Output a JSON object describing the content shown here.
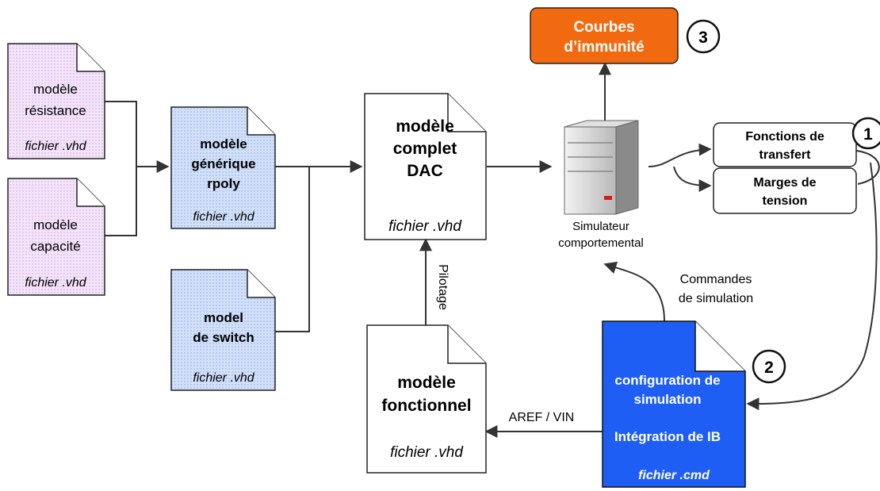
{
  "docs": {
    "resistance": {
      "line1": "modèle",
      "line2": "résistance",
      "file": "fichier .vhd"
    },
    "capacite": {
      "line1": "modèle",
      "line2": "capacité",
      "file": "fichier .vhd"
    },
    "rpoly": {
      "line1": "modèle",
      "line2": "générique",
      "line3": "rpoly",
      "file": "fichier .vhd"
    },
    "switch": {
      "line1": "model",
      "line2": "de switch",
      "file": "fichier .vhd"
    },
    "dac": {
      "line1": "modèle",
      "line2": "complet",
      "line3": "DAC",
      "file": "fichier .vhd"
    },
    "fonctionnel": {
      "line1": "modèle",
      "line2": "fonctionnel",
      "file": "fichier .vhd"
    },
    "config": {
      "line1": "configuration de",
      "line2": "simulation",
      "line3": "Intégration de IB",
      "file": "fichier .cmd"
    }
  },
  "simulator": {
    "line1": "Simulateur",
    "line2": "comportemental"
  },
  "results": {
    "courbes": {
      "line1": "Courbes",
      "line2": "d’immunité"
    },
    "fonctions": {
      "line1": "Fonctions de",
      "line2": "transfert"
    },
    "marges": {
      "line1": "Marges de",
      "line2": "tension"
    }
  },
  "labels": {
    "pilotage": "Pilotage",
    "commandes_line1": "Commandes",
    "commandes_line2": "de simulation",
    "aref_vin": "AREF / VIN"
  },
  "steps": {
    "one": "1",
    "two": "2",
    "three": "3"
  },
  "colors": {
    "model_doc": "#f0d8f8",
    "generic_doc": "#c4d6f8",
    "config_doc": "#1f5ef4",
    "courbes_box": "#f26a10",
    "line": "#333333"
  }
}
